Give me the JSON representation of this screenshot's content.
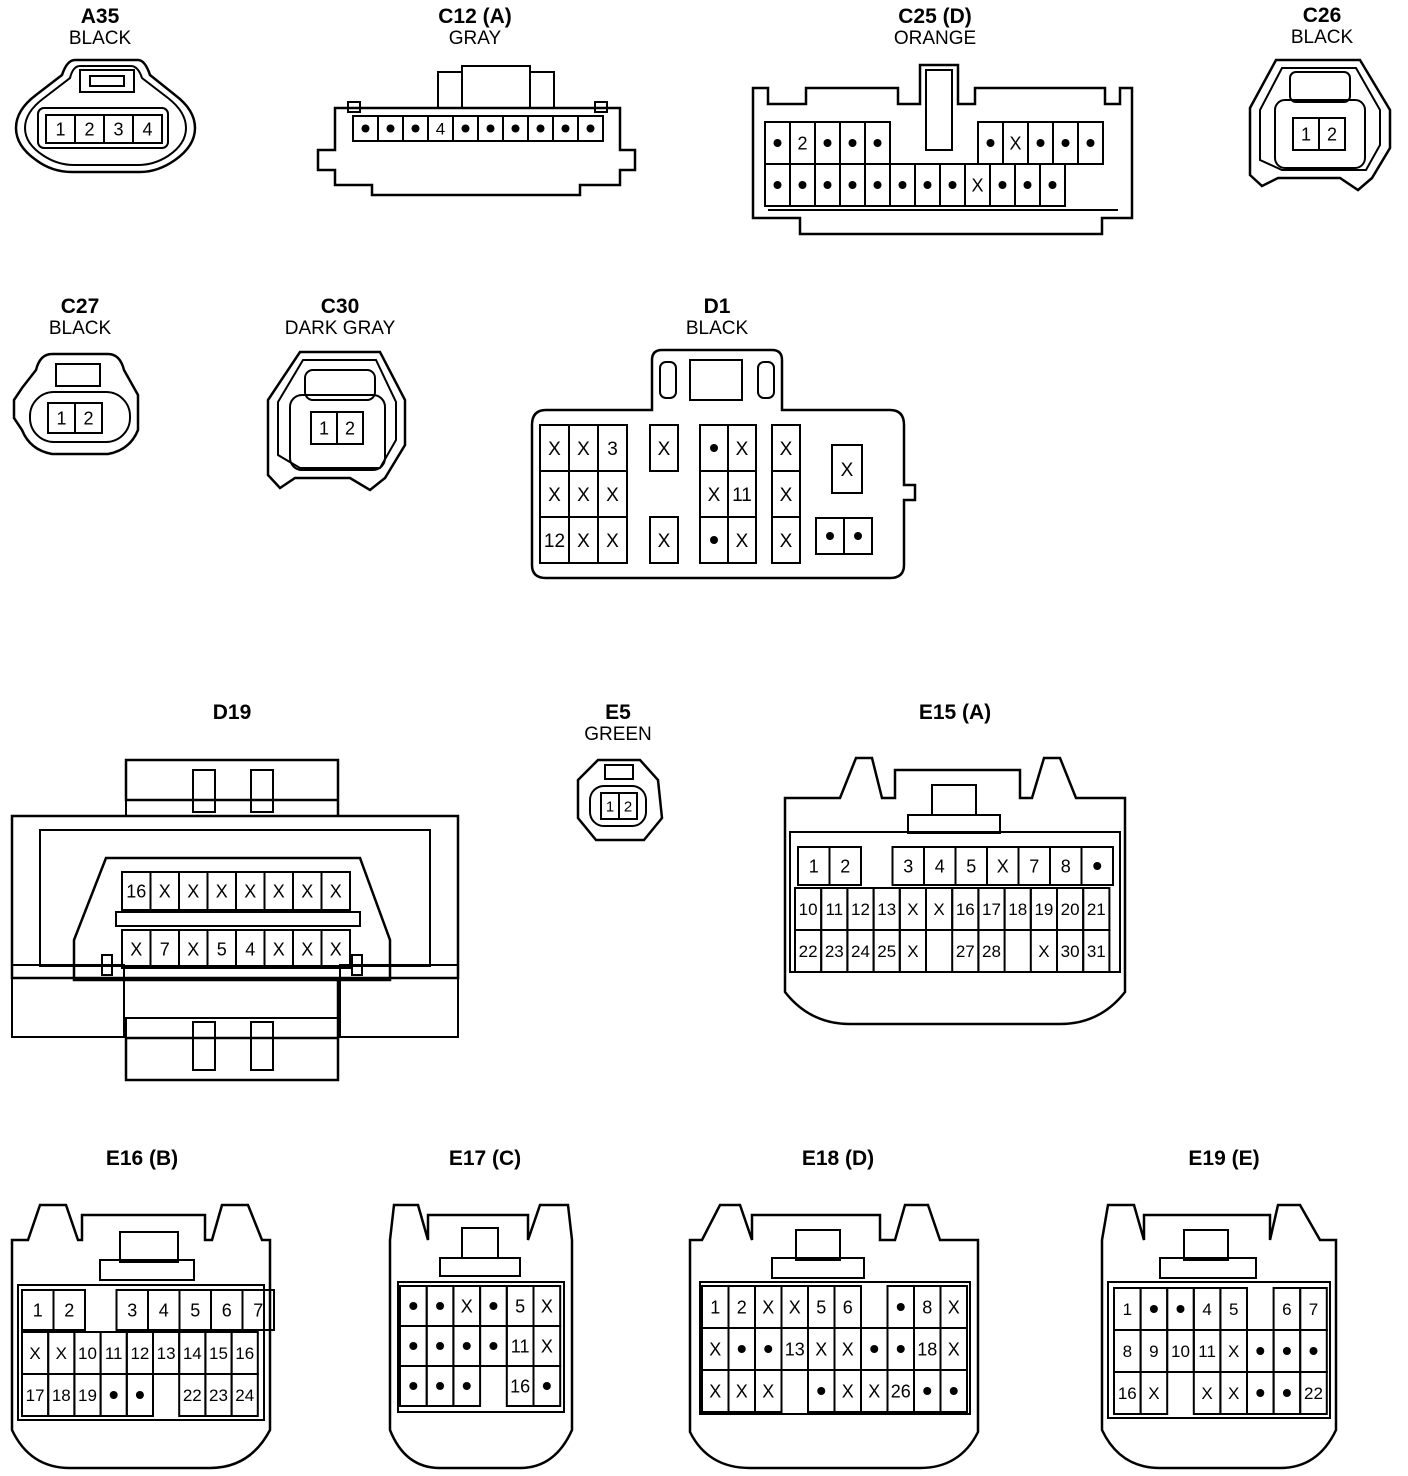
{
  "connectors": [
    {
      "key": "a35",
      "id": "A35",
      "color": "BLACK",
      "pins": [
        "1",
        "2",
        "3",
        "4"
      ]
    },
    {
      "key": "c12",
      "id": "C12 (A)",
      "color": "GRAY",
      "pins": [
        "•",
        "•",
        "•",
        "4",
        "•",
        "•",
        "•",
        "•",
        "•",
        "•"
      ]
    },
    {
      "key": "c25",
      "id": "C25 (D)",
      "color": "ORANGE",
      "row1_left": [
        "•",
        "2",
        "•",
        "•",
        "•"
      ],
      "row1_right": [
        "•",
        "X",
        "•",
        "•",
        "•"
      ],
      "row2": [
        "•",
        "•",
        "•",
        "•",
        "•",
        "•",
        "•",
        "•",
        "X",
        "•",
        "•",
        "•"
      ]
    },
    {
      "key": "c26",
      "id": "C26",
      "color": "BLACK",
      "pins": [
        "1",
        "2"
      ]
    },
    {
      "key": "c27",
      "id": "C27",
      "color": "BLACK",
      "pins": [
        "1",
        "2"
      ]
    },
    {
      "key": "c30",
      "id": "C30",
      "color": "DARK GRAY",
      "pins": [
        "1",
        "2"
      ]
    },
    {
      "key": "d1",
      "id": "D1",
      "color": "BLACK",
      "left_grid": [
        [
          "X",
          "X",
          "3"
        ],
        [
          "X",
          "X",
          "X"
        ],
        [
          "12",
          "X",
          "X"
        ]
      ],
      "col_a": [
        "X",
        "X"
      ],
      "mid_grid": [
        [
          "•",
          "X"
        ],
        [
          "X",
          "11"
        ],
        [
          "•",
          "X"
        ]
      ],
      "col_b": [
        "X",
        "X",
        "X"
      ],
      "right_top": "X",
      "right_bottom": [
        "•",
        "•"
      ]
    },
    {
      "key": "d19",
      "id": "D19",
      "color": "",
      "row1": [
        "16",
        "X",
        "X",
        "X",
        "X",
        "X",
        "X",
        "X"
      ],
      "row2": [
        "X",
        "7",
        "X",
        "5",
        "4",
        "X",
        "X",
        "X"
      ]
    },
    {
      "key": "e5",
      "id": "E5",
      "color": "GREEN",
      "pins": [
        "1",
        "2"
      ]
    },
    {
      "key": "e15",
      "id": "E15 (A)",
      "color": "",
      "rows": [
        [
          "1",
          "2",
          "",
          "3",
          "4",
          "5",
          "X",
          "7",
          "8",
          "•"
        ],
        [
          "10",
          "11",
          "12",
          "13",
          "X",
          "X",
          "16",
          "17",
          "18",
          "19",
          "20",
          "21"
        ],
        [
          "22",
          "23",
          "24",
          "25",
          "X",
          "",
          "27",
          "28",
          "",
          "X",
          "30",
          "31"
        ]
      ]
    },
    {
      "key": "e16",
      "id": "E16 (B)",
      "color": "",
      "rows": [
        [
          "1",
          "2",
          "",
          "3",
          "4",
          "5",
          "6",
          "7"
        ],
        [
          "X",
          "X",
          "10",
          "11",
          "12",
          "13",
          "14",
          "15",
          "16"
        ],
        [
          "17",
          "18",
          "19",
          "•",
          "•",
          "",
          "22",
          "23",
          "24"
        ]
      ]
    },
    {
      "key": "e17",
      "id": "E17 (C)",
      "color": "",
      "rows": [
        [
          "•",
          "•",
          "X",
          "•",
          "5",
          "X"
        ],
        [
          "•",
          "•",
          "•",
          "•",
          "11",
          "X"
        ],
        [
          "•",
          "•",
          "•",
          "",
          "16",
          "•"
        ]
      ]
    },
    {
      "key": "e18",
      "id": "E18 (D)",
      "color": "",
      "rows": [
        [
          "1",
          "2",
          "X",
          "X",
          "5",
          "6",
          "",
          "•",
          "8",
          "X"
        ],
        [
          "X",
          "•",
          "•",
          "13",
          "X",
          "X",
          "•",
          "•",
          "18",
          "X"
        ],
        [
          "X",
          "X",
          "X",
          "",
          "•",
          "X",
          "X",
          "26",
          "•",
          "•"
        ]
      ]
    },
    {
      "key": "e19",
      "id": "E19 (E)",
      "color": "",
      "rows": [
        [
          "1",
          "•",
          "•",
          "4",
          "5",
          "",
          "6",
          "7"
        ],
        [
          "8",
          "9",
          "10",
          "11",
          "X",
          "•",
          "•",
          "•"
        ],
        [
          "16",
          "X",
          "",
          "X",
          "X",
          "•",
          "•",
          "22"
        ]
      ]
    }
  ]
}
